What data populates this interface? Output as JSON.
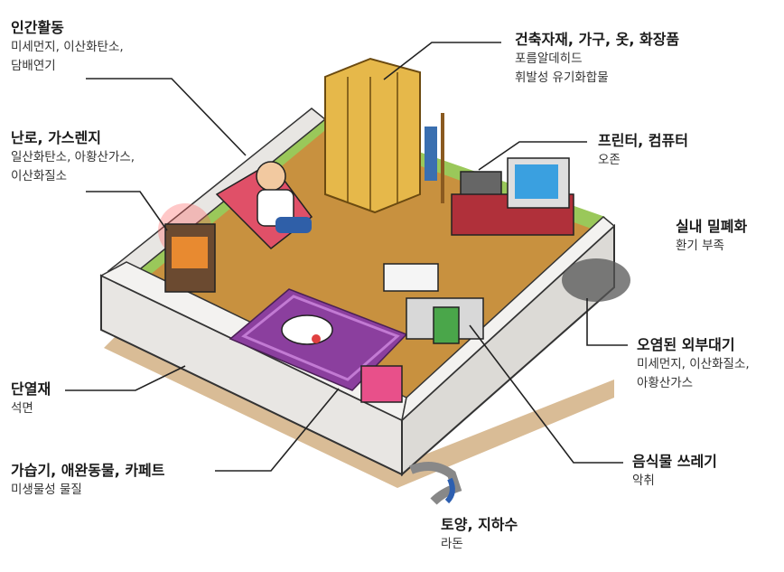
{
  "labels": {
    "human": {
      "title": "인간활동",
      "lines": [
        "미세먼지, 이산화탄소,",
        "담배연기"
      ]
    },
    "stove": {
      "title": "난로, 가스렌지",
      "lines": [
        "일산화탄소, 아황산가스,",
        "이산화질소"
      ]
    },
    "insulation": {
      "title": "단열재",
      "lines": [
        "석면"
      ]
    },
    "humid": {
      "title": "가습기, 애완동물, 카페트",
      "lines": [
        "미생물성 물질"
      ]
    },
    "building": {
      "title": "건축자재, 가구, 옷, 화장품",
      "lines": [
        "포름알데히드",
        "휘발성 유기화합물"
      ]
    },
    "printer": {
      "title": "프린터, 컴퓨터",
      "lines": [
        "오존"
      ]
    },
    "sealed": {
      "title": "실내 밀폐화",
      "lines": [
        "환기 부족"
      ]
    },
    "outdoor": {
      "title": "오염된 외부대기",
      "lines": [
        "미세먼지, 이산화질소,",
        "아황산가스"
      ]
    },
    "food": {
      "title": "음식물 쓰레기",
      "lines": [
        "악취"
      ]
    },
    "soil": {
      "title": "토양, 지하수",
      "lines": [
        "라돈"
      ]
    }
  },
  "colors": {
    "wall": "#e8e6e3",
    "floor": "#c8913f",
    "carpet": "#8b3f9e",
    "grass": "#9ac85a",
    "cabinet": "#e6b84a",
    "leader": "#222222"
  },
  "icons": [
    "person-icon",
    "heater-icon",
    "wardrobe-icon",
    "computer-icon",
    "printer-icon",
    "sink-icon",
    "dog-icon",
    "humidifier-icon",
    "pipe-icon"
  ]
}
